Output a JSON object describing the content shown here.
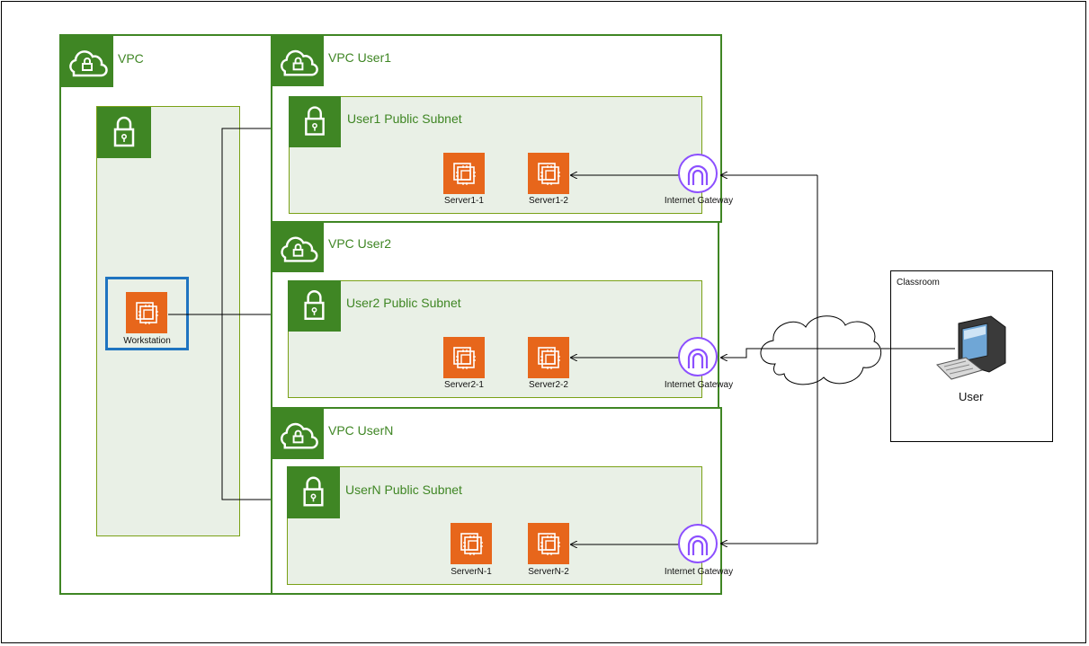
{
  "vpc_main": {
    "label": "VPC",
    "workstation_label": "Workstation"
  },
  "vpcs": [
    {
      "label": "VPC User1",
      "subnet": "User1 Public Subnet",
      "servers": [
        "Server1-1",
        "Server1-2"
      ],
      "gateway": "Internet Gateway"
    },
    {
      "label": "VPC User2",
      "subnet": "User2 Public Subnet",
      "servers": [
        "Server2-1",
        "Server2-2"
      ],
      "gateway": "Internet Gateway"
    },
    {
      "label": "VPC UserN",
      "subnet": "UserN Public Subnet",
      "servers": [
        "ServerN-1",
        "ServerN-2"
      ],
      "gateway": "Internet Gateway"
    }
  ],
  "classroom": {
    "title": "Classroom",
    "user_label": "User"
  },
  "colors": {
    "vpc_green": "#3f8624",
    "subnet_fill": "#e9f0e6",
    "ec2_orange": "#e7661b",
    "gateway_purple": "#8c4fff",
    "workstation_blue": "#1f74c0"
  },
  "icons": {
    "vpc": "cloud-lock-icon",
    "subnet": "padlock-icon",
    "instance": "ec2-instance-icon",
    "gateway": "internet-gateway-icon",
    "internet": "cloud-icon",
    "user": "desktop-computer-icon"
  }
}
